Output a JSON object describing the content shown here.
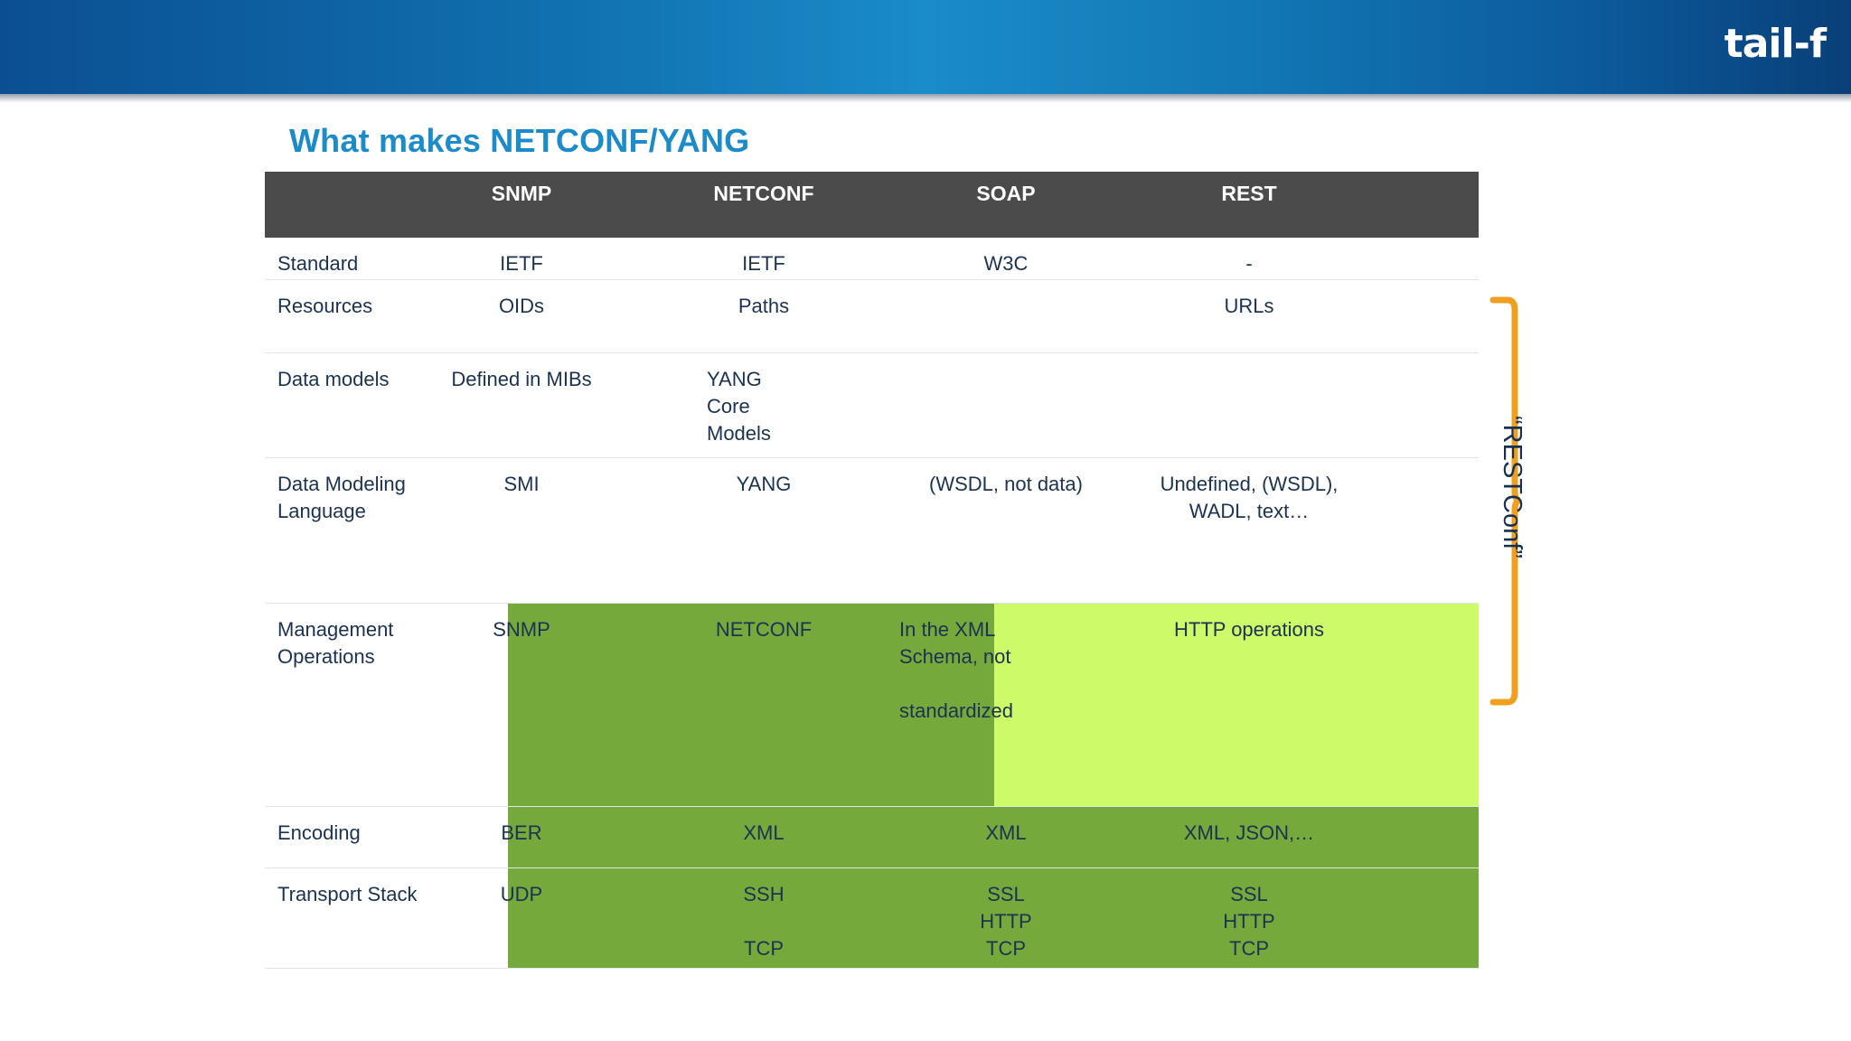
{
  "banner": {
    "logo_text": "tail-f"
  },
  "slide": {
    "title": "What makes NETCONF/YANG"
  },
  "table": {
    "columns": [
      "",
      "SNMP",
      "NETCONF",
      "SOAP",
      "REST"
    ],
    "rows": [
      {
        "label": "Standard",
        "cells": [
          "IETF",
          "IETF",
          "W3C",
          "-"
        ]
      },
      {
        "label": "Resources",
        "cells": [
          "OIDs",
          "Paths",
          "",
          "URLs"
        ]
      },
      {
        "label": "Data models",
        "cells": [
          "Defined in MIBs",
          "YANG\nCore\nModels",
          "",
          ""
        ]
      },
      {
        "label": "Data Modeling\n Language",
        "cells": [
          "SMI",
          "YANG",
          "(WSDL, not data)",
          "Undefined, (WSDL),\nWADL, text…"
        ]
      },
      {
        "label": "Management\n Operations",
        "cells": [
          "SNMP",
          "NETCONF",
          "In the XML\nSchema, not\n\nstandardized",
          "HTTP operations"
        ]
      },
      {
        "label": "Encoding",
        "cells": [
          "BER",
          "XML",
          "XML",
          "XML, JSON,…"
        ]
      },
      {
        "label": "Transport Stack",
        "cells": [
          "UDP",
          "SSH\n\nTCP",
          "SSL\nHTTP\nTCP",
          "SSL\nHTTP\nTCP"
        ]
      }
    ]
  },
  "annotation": {
    "brace_label": "“RESTConf”"
  },
  "colors": {
    "banner_blue": "#1a8cc8",
    "title_blue": "#1c8bc9",
    "header_gray": "#4b4b4b",
    "text_navy": "#1b3252",
    "green_dark": "#76a93c",
    "green_bright": "#ccfa68",
    "brace_orange": "#f0a020"
  }
}
